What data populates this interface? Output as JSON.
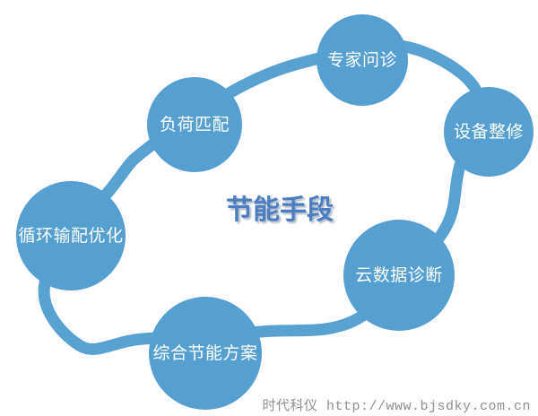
{
  "diagram": {
    "title": "节能手段",
    "nodes": [
      {
        "id": "expert-consultation",
        "label": "专家问诊"
      },
      {
        "id": "equipment-overhaul",
        "label": "设备整修"
      },
      {
        "id": "cloud-data-diagnosis",
        "label": "云数据诊断"
      },
      {
        "id": "comprehensive-energy-saving-plan",
        "label": "综合节能方案"
      },
      {
        "id": "circulation-distribution-optimization",
        "label": "循环输配优化"
      },
      {
        "id": "load-matching",
        "label": "负荷匹配"
      }
    ],
    "colors": {
      "node_fill": "#559FD1",
      "ring": "#58A2D2",
      "title_text": "#4A7EC0",
      "node_text": "#FFFFFF",
      "watermark_text": "#8F8F8F"
    }
  },
  "watermark": {
    "text": "时代科仪 http://www.bjsdky.com.cn"
  }
}
